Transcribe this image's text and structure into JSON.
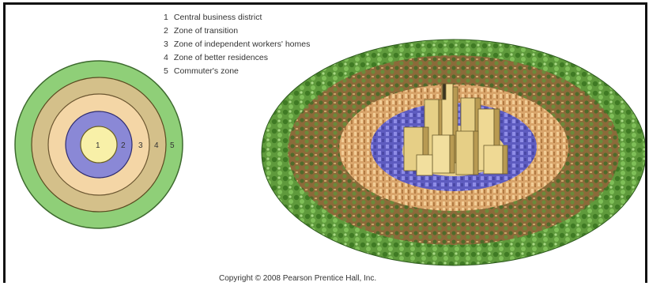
{
  "legend": {
    "items": [
      {
        "num": "1",
        "label": "Central business district"
      },
      {
        "num": "2",
        "label": "Zone of transition"
      },
      {
        "num": "3",
        "label": "Zone of independent workers' homes"
      },
      {
        "num": "4",
        "label": "Zone of better residences"
      },
      {
        "num": "5",
        "label": "Commuter's zone"
      }
    ]
  },
  "rings": {
    "labels": [
      "1",
      "2",
      "3",
      "4",
      "5"
    ],
    "colors": {
      "zone1": "#f8f0a8",
      "zone2": "#8a88d6",
      "zone3": "#f4d6a6",
      "zone4": "#d4c08a",
      "zone5": "#8fcf78"
    }
  },
  "copyright": "Copyright © 2008 Pearson Prentice Hall, Inc."
}
